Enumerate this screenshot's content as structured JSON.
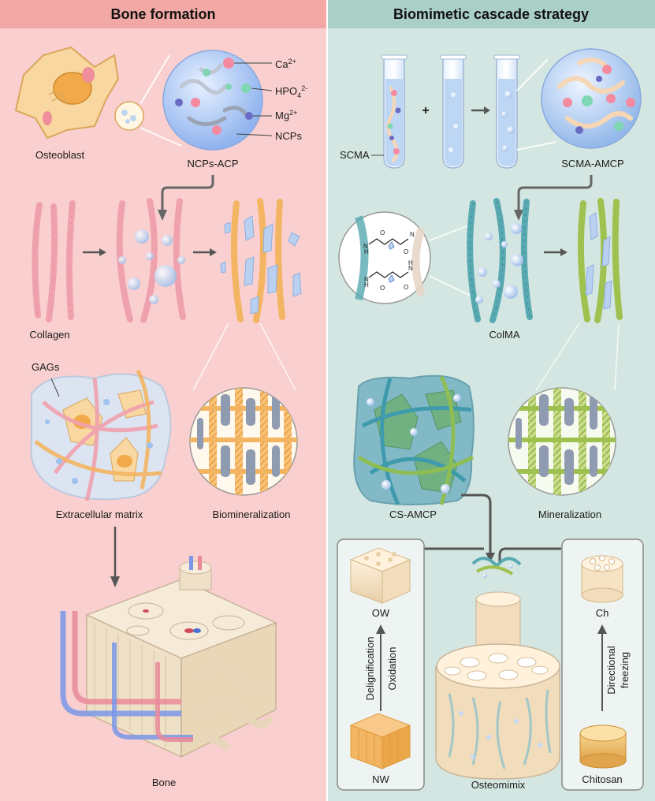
{
  "headers": {
    "left": "Bone formation",
    "right": "Biomimetic cascade strategy"
  },
  "colors": {
    "left_bg": "#f9cfcf",
    "right_bg": "#d3e6e2",
    "left_header": "#f2a9a6",
    "right_header": "#a9cfc7",
    "collagen": "#f0a1ae",
    "colma": "#58a9b1",
    "mineral": "#bcd0ea",
    "green_fibril": "#9ec14f"
  },
  "left": {
    "osteoblast": "Osteoblast",
    "ncps_acp": "NCPs-ACP",
    "ions": {
      "ca": "Ca",
      "ca_sup": "2+",
      "hpo": "HPO",
      "hpo_sub": "4",
      "hpo_sup": "2-",
      "mg": "Mg",
      "mg_sup": "2+",
      "ncps": "NCPs"
    },
    "collagen": "Collagen",
    "gags": "GAGs",
    "ecm": "Extracellular matrix",
    "biomineralization": "Biomineralization",
    "bone": "Bone"
  },
  "right": {
    "scma": "SCMA",
    "plus": "+",
    "scma_amcp": "SCMA-AMCP",
    "colma": "ColMA",
    "chem": {
      "n": "N",
      "h": "H",
      "o": "O"
    },
    "cs_amcp": "CS-AMCP",
    "mineralization": "Mineralization",
    "ow": "OW",
    "delignification": "Delignification",
    "oxidation": "Oxidation",
    "nw": "NW",
    "osteomimix": "Osteomimix",
    "ch": "Ch",
    "directional": "Directional",
    "freezing": "freezing",
    "chitosan": "Chitosan"
  }
}
